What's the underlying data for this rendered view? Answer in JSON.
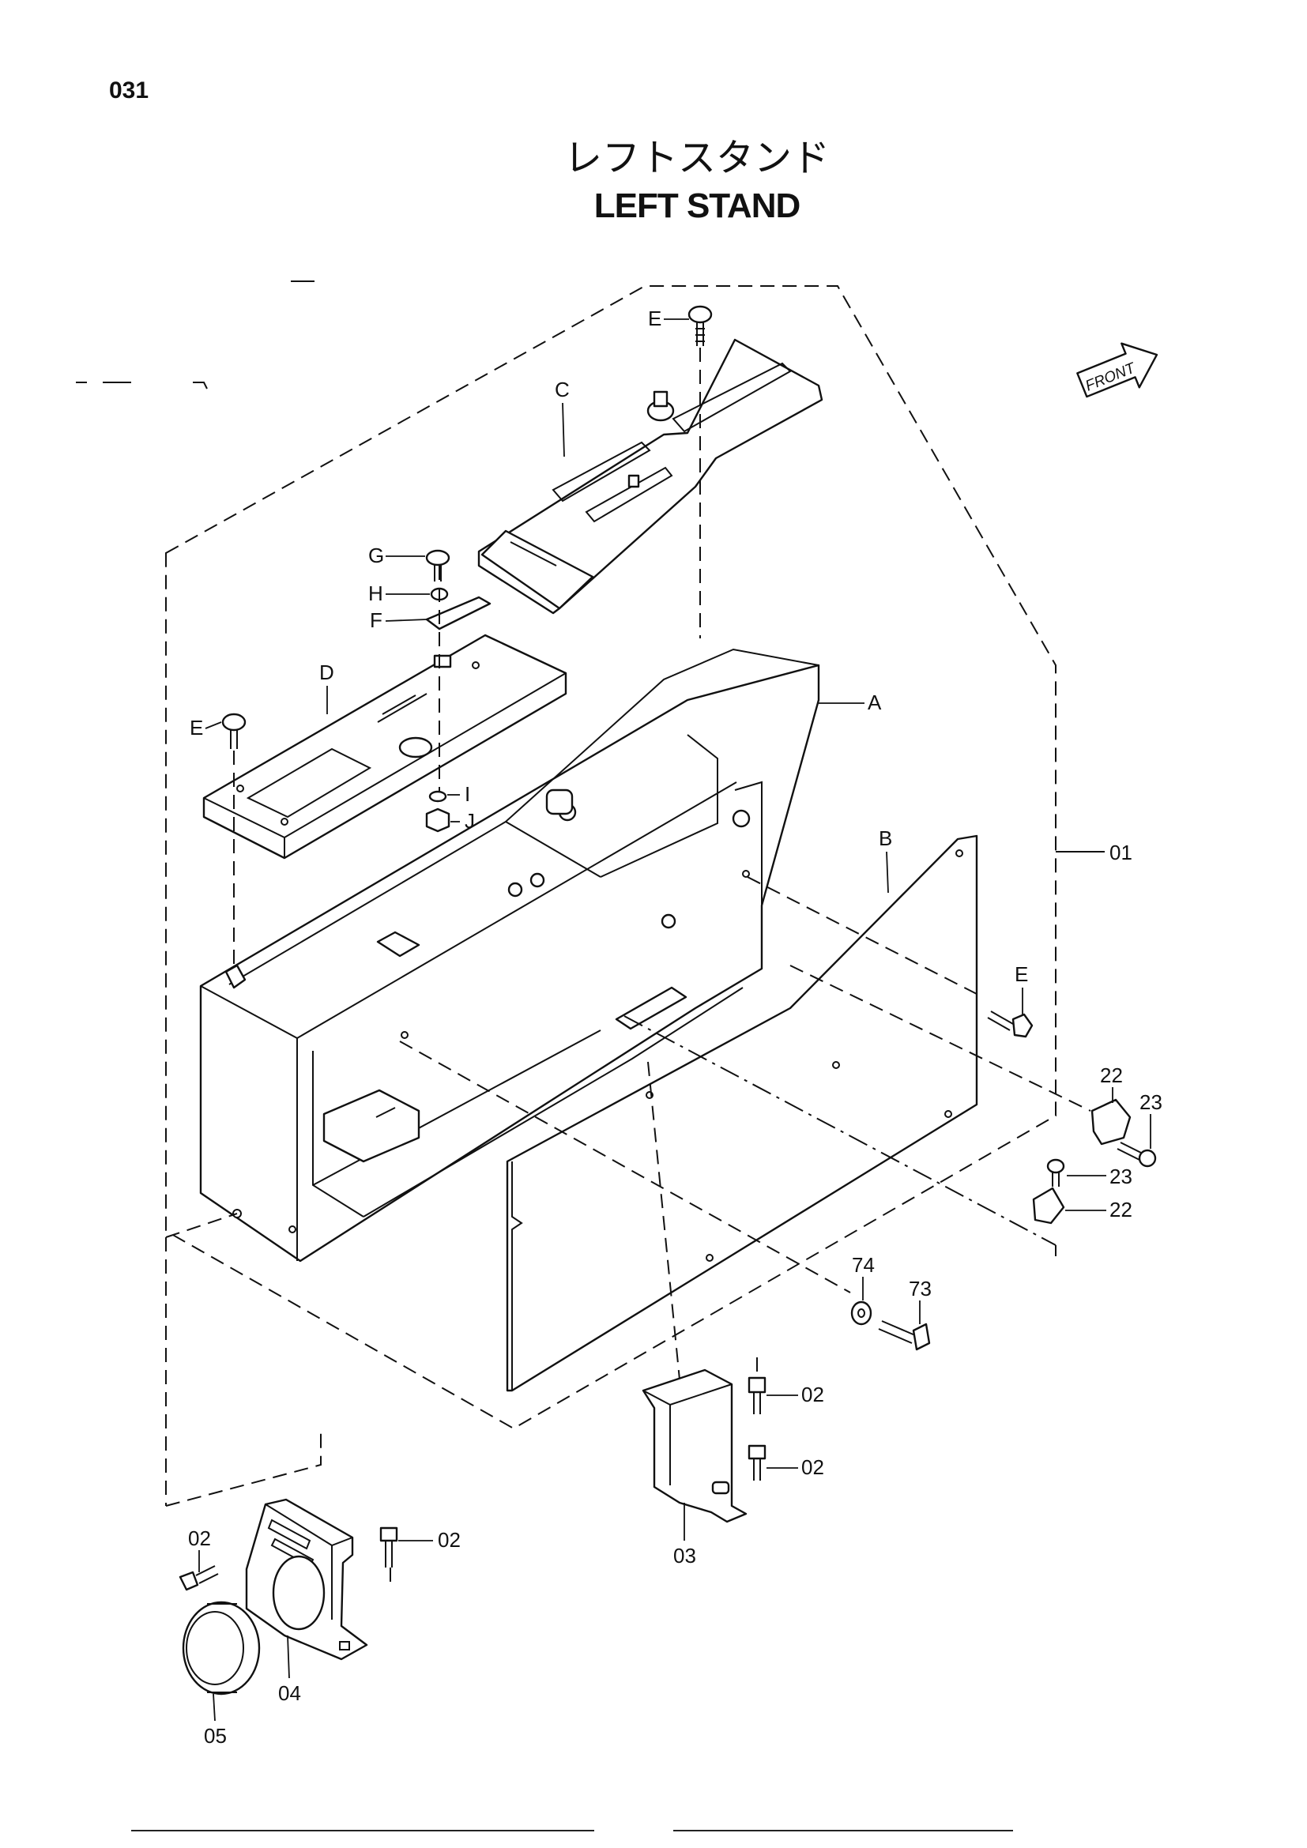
{
  "page_number": "031",
  "title": {
    "japanese": "レフトスタンド",
    "english": "LEFT STAND"
  },
  "front_indicator": "FRONT",
  "callouts": {
    "A": "A",
    "B": "B",
    "C": "C",
    "D": "D",
    "E_top": "E",
    "E_left": "E",
    "E_right": "E",
    "F": "F",
    "G": "G",
    "H": "H",
    "I": "I",
    "J": "J",
    "p01": "01",
    "p02_a": "02",
    "p02_b": "02",
    "p02_c": "02",
    "p02_d": "02",
    "p03": "03",
    "p04": "04",
    "p05": "05",
    "p22_a": "22",
    "p22_b": "22",
    "p23_a": "23",
    "p23_b": "23",
    "p73": "73",
    "p74": "74"
  }
}
